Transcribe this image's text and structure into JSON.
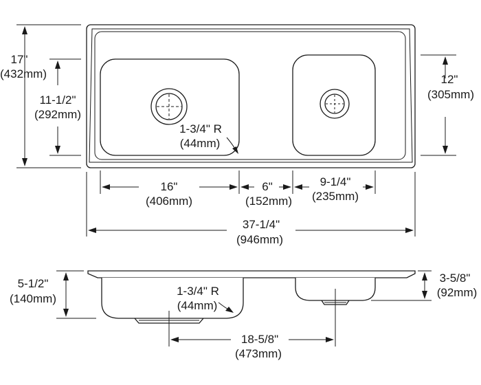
{
  "top_view": {
    "overall_height": {
      "imperial": "17\"",
      "metric": "(432mm)"
    },
    "left_bowl_height": {
      "imperial": "11-1/2\"",
      "metric": "(292mm)"
    },
    "right_bowl_height": {
      "imperial": "12\"",
      "metric": "(305mm)"
    },
    "corner_radius": {
      "imperial": "1-3/4\" R",
      "metric": "(44mm)"
    },
    "left_bowl_width": {
      "imperial": "16\"",
      "metric": "(406mm)"
    },
    "center_gap": {
      "imperial": "6\"",
      "metric": "(152mm)"
    },
    "right_bowl_width": {
      "imperial": "9-1/4\"",
      "metric": "(235mm)"
    },
    "overall_width": {
      "imperial": "37-1/4\"",
      "metric": "(946mm)"
    }
  },
  "side_view": {
    "left_bowl_depth": {
      "imperial": "5-1/2\"",
      "metric": "(140mm)"
    },
    "right_bowl_depth": {
      "imperial": "3-5/8\"",
      "metric": "(92mm)"
    },
    "bottom_radius": {
      "imperial": "1-3/4\" R",
      "metric": "(44mm)"
    },
    "drain_spacing": {
      "imperial": "18-5/8\"",
      "metric": "(473mm)"
    }
  }
}
